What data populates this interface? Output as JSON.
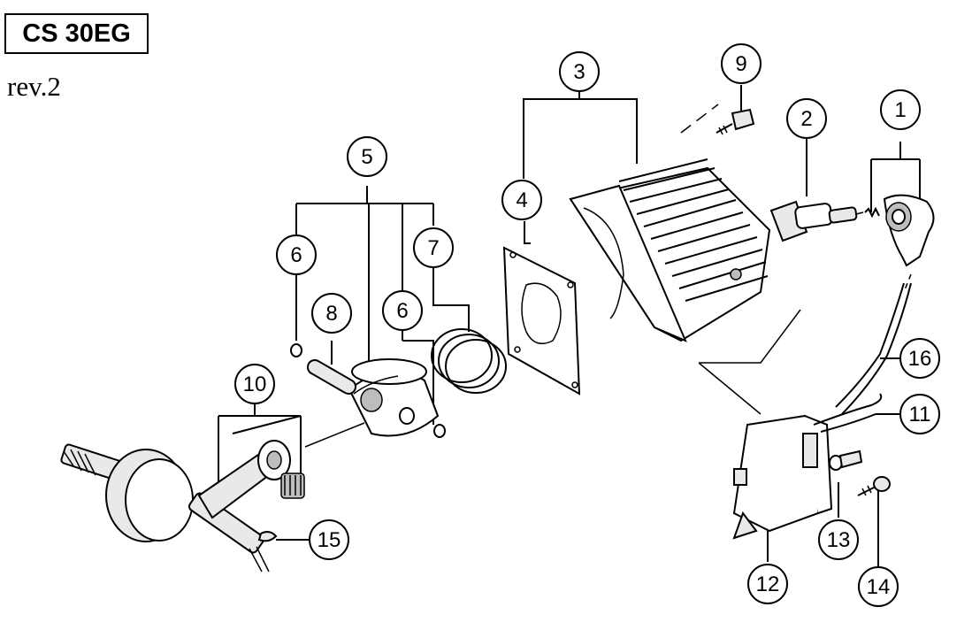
{
  "model": "CS 30EG",
  "revision": "rev.2",
  "callouts": [
    "1",
    "2",
    "3",
    "4",
    "5",
    "6",
    "6",
    "7",
    "8",
    "9",
    "10",
    "11",
    "12",
    "13",
    "14",
    "15",
    "16"
  ]
}
